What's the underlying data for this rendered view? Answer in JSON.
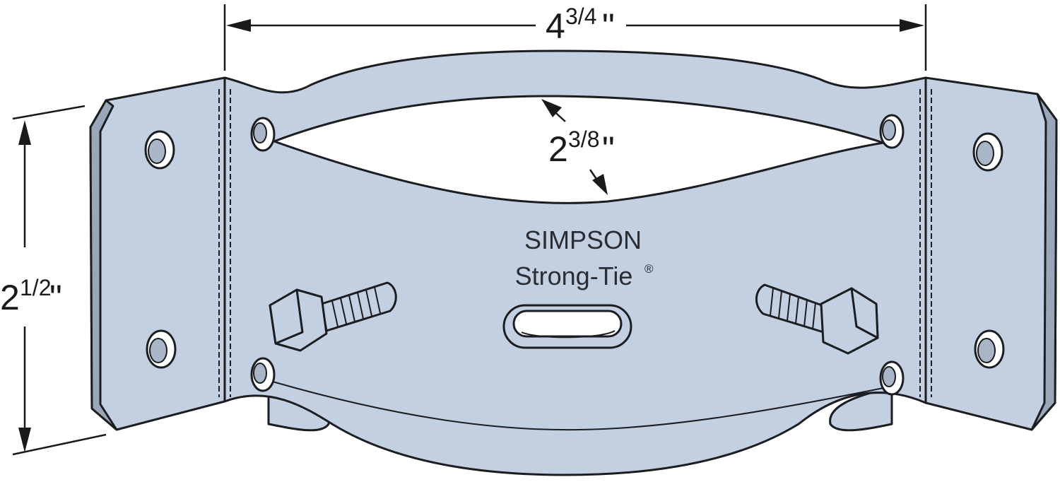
{
  "dimensions": {
    "width": {
      "whole": "4",
      "fraction": "3/4",
      "unit": "\""
    },
    "height": {
      "whole": "2",
      "fraction": "1/2",
      "unit": "\""
    },
    "opening": {
      "whole": "2",
      "fraction": "3/8",
      "unit": "\""
    }
  },
  "brand": {
    "line1": "SIMPSON",
    "line2": "Strong-Tie",
    "mark": "®"
  },
  "colors": {
    "metal": "#c3d0e1",
    "outline": "#1b1d21",
    "background": "#ffffff"
  }
}
